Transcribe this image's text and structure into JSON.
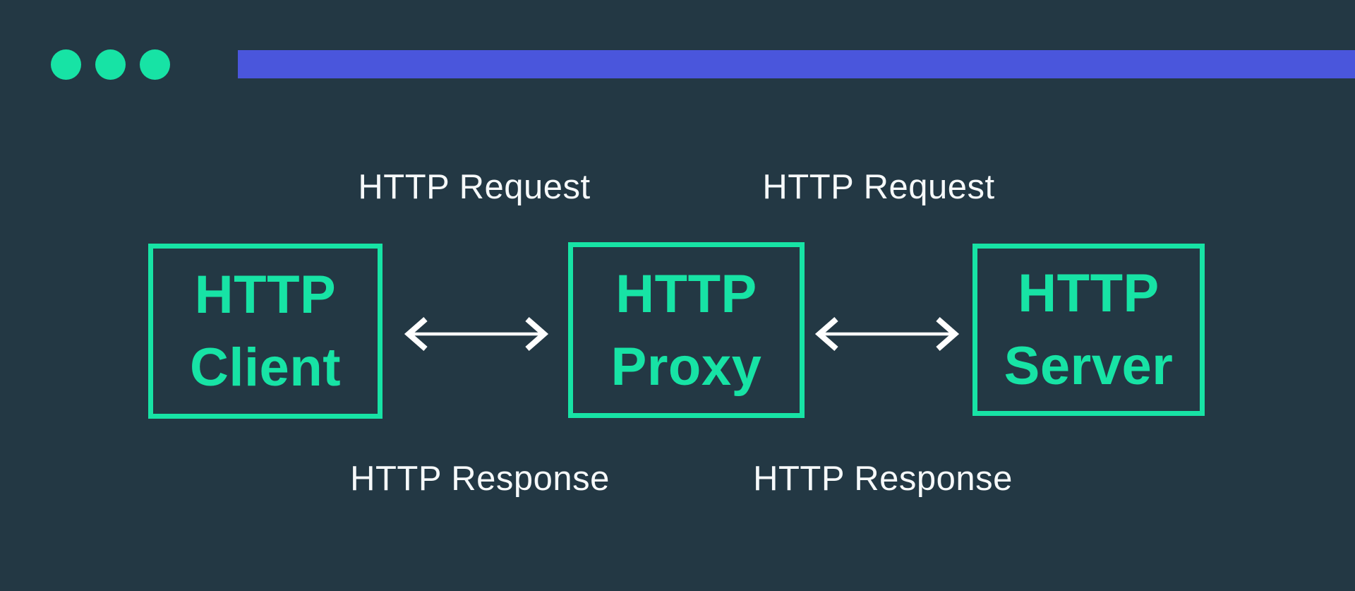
{
  "colors": {
    "background": "#233844",
    "accent_green": "#17e3a5",
    "accent_blue": "#4a56dc",
    "arrow_white": "#ffffff",
    "label_text": "#f6f9fa"
  },
  "window_chrome": {
    "dot_count": 3
  },
  "nodes": [
    {
      "id": "http-client",
      "line1": "HTTP",
      "line2": "Client"
    },
    {
      "id": "http-proxy",
      "line1": "HTTP",
      "line2": "Proxy"
    },
    {
      "id": "http-server",
      "line1": "HTTP",
      "line2": "Server"
    }
  ],
  "connections": [
    {
      "request_label": "HTTP Request",
      "response_label": "HTTP Response"
    },
    {
      "request_label": "HTTP Request",
      "response_label": "HTTP Response"
    }
  ]
}
